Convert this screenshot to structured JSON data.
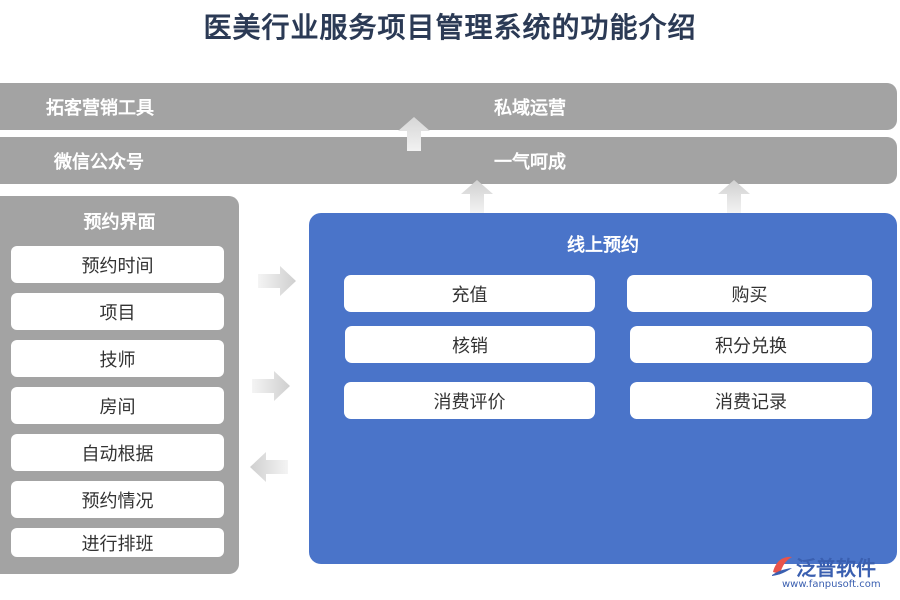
{
  "title": "医美行业服务项目管理系统的功能介绍",
  "bands": [
    {
      "left": "拓客营销工具",
      "right": "私域运营"
    },
    {
      "left": "微信公众号",
      "right": "一气呵成"
    }
  ],
  "left_panel": {
    "title": "预约界面",
    "items": [
      "预约时间",
      "项目",
      "技师",
      "房间",
      "自动根据",
      "预约情况",
      "进行排班"
    ]
  },
  "right_panel": {
    "title": "线上预约",
    "items": [
      "充值",
      "购买",
      "核销",
      "积分兑换",
      "消费评价",
      "消费记录"
    ]
  },
  "logo": {
    "name": "泛普软件",
    "url": "www.fanpusoft.com"
  },
  "colors": {
    "gray": "#a3a3a3",
    "blue": "#4a74c9",
    "title": "#2b3a55"
  }
}
